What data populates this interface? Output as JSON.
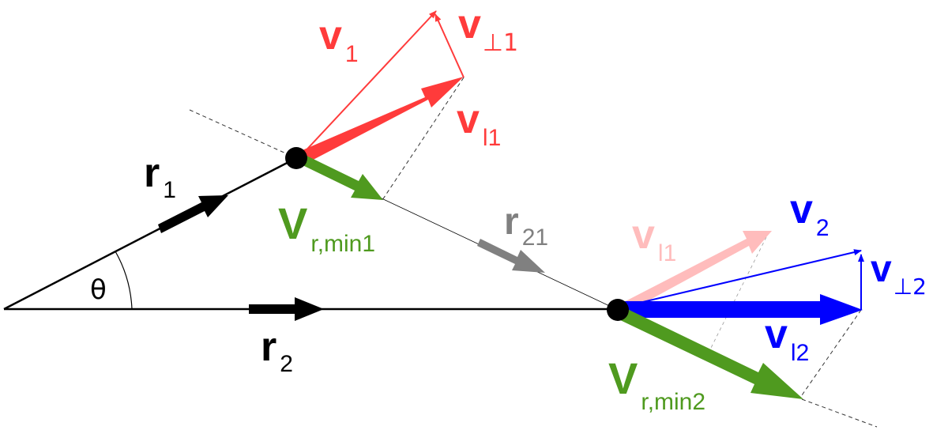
{
  "colors": {
    "black": "#000000",
    "red": "#ff3b3b",
    "light_red": "#ffbcbc",
    "green": "#4f9a1f",
    "blue": "#0000ff",
    "gray": "#808080",
    "dashed": "#333333"
  },
  "labels": {
    "r1": {
      "main": "r",
      "sub": "1"
    },
    "r2": {
      "main": "r",
      "sub": "2"
    },
    "r21": {
      "main": "r",
      "sub": "21"
    },
    "theta": "θ",
    "v1": {
      "main": "v",
      "sub": "1"
    },
    "vperp1": {
      "main": "v",
      "sub": "⊥1"
    },
    "vpar1": {
      "main": "v",
      "sub": "l1"
    },
    "vrmin1": {
      "main": "V",
      "sub": "r,min1"
    },
    "vpar1_ghost": {
      "main": "v",
      "sub": "l1"
    },
    "v2": {
      "main": "v",
      "sub": "2"
    },
    "vperp2": {
      "main": "v",
      "sub": "⊥2"
    },
    "vpar2": {
      "main": "v",
      "sub": "l2"
    },
    "vrmin2": {
      "main": "V",
      "sub": "r,min2"
    }
  }
}
